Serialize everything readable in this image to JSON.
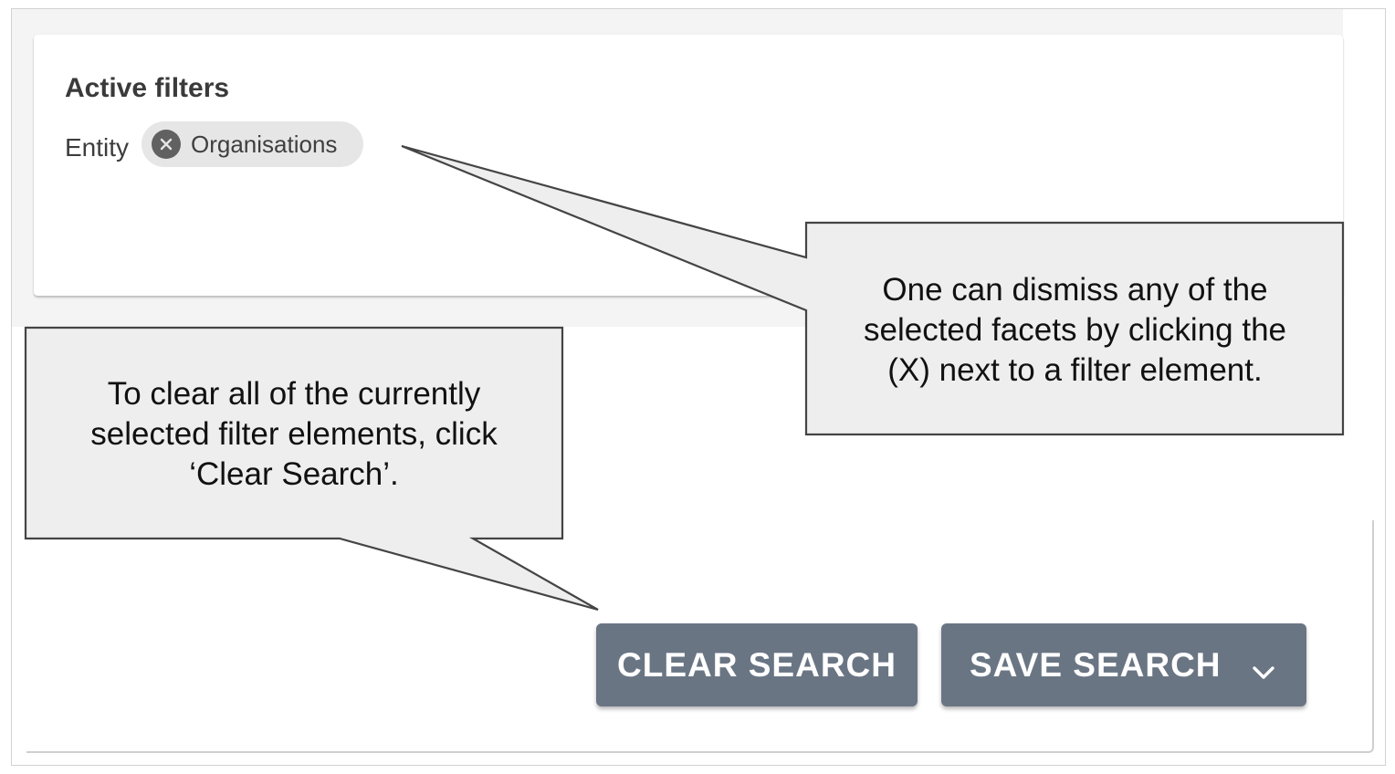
{
  "filters": {
    "title": "Active filters",
    "facet_label": "Entity",
    "chip_label": "Organisations"
  },
  "actions": {
    "clear_label": "CLEAR SEARCH",
    "save_label": "SAVE SEARCH"
  },
  "callouts": {
    "dismiss": {
      "line1": "One can dismiss any of the",
      "line2": "selected facets by clicking the",
      "line3": "(X) next to a filter element."
    },
    "clear": {
      "line1": "To clear all of the currently",
      "line2": "selected filter elements, click",
      "line3": "‘Clear Search’."
    }
  },
  "icons": {
    "chip_close": "close-circle-icon",
    "save_dropdown": "chevron-down-icon"
  },
  "colors": {
    "button_bg": "#6a7584",
    "chip_bg": "#e6e6e6",
    "callout_fill": "#eeeeee"
  }
}
